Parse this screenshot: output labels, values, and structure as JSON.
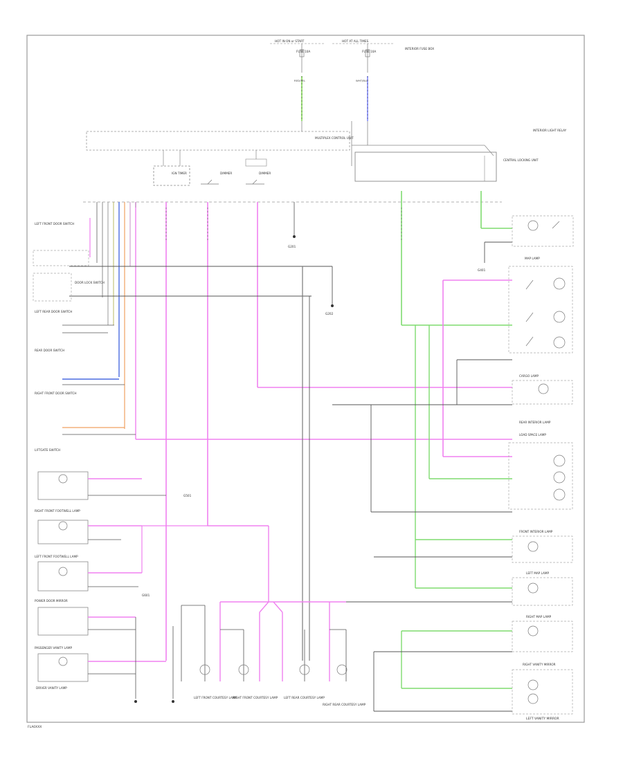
{
  "diagram": {
    "footer_left": "FLA0XXX",
    "top": {
      "fuse_left": "HOT IN ON or START",
      "fuse_right": "HOT AT ALL TIMES",
      "fuse_a": "FUSE 10A",
      "fuse_b": "FUSE 10A",
      "fuse_box_label": "INTERIOR FUSE BOX",
      "wire_top_left": "RED/YEL",
      "wire_top_right": "WHT/BLU",
      "module_label": "MULTIPLEX CONTROL UNIT",
      "central_label": "CENTRAL LOCKING UNIT",
      "interior_relay": "INTERIOR LIGHT RELAY",
      "timer": "IGN TIMER",
      "sw1": "DIMMER",
      "sw2": "DIMMER"
    },
    "left_components": [
      {
        "name": "LEFT FRONT DOOR SWITCH"
      },
      {
        "name": "DOOR LOCK SWITCH"
      },
      {
        "name": "LEFT REAR DOOR SWITCH"
      },
      {
        "name": "REAR DOOR SWITCH"
      },
      {
        "name": "RIGHT FRONT DOOR SWITCH"
      },
      {
        "name": "LIFTGATE SWITCH"
      },
      {
        "name": "RIGHT FRONT FOOTWELL LAMP"
      },
      {
        "name": "LEFT FRONT FOOTWELL LAMP"
      },
      {
        "name": "POWER DOOR MIRROR"
      },
      {
        "name": "PASSENGER VANITY LAMP"
      },
      {
        "name": "DRIVER VANITY LAMP"
      }
    ],
    "right_components": [
      {
        "name": "MAP LAMP"
      },
      {
        "name": "CARGO LAMP"
      },
      {
        "name": "REAR INTERIOR LAMP"
      },
      {
        "name": "LOAD SPACE LAMP"
      },
      {
        "name": "FRONT INTERIOR LAMP"
      },
      {
        "name": "LEFT MAP LAMP"
      },
      {
        "name": "RIGHT MAP LAMP"
      },
      {
        "name": "RIGHT VANITY MIRROR"
      }
    ],
    "bottom_lamps": [
      {
        "name": "LEFT FRONT COURTESY LAMP"
      },
      {
        "name": "RIGHT FRONT COURTESY LAMP"
      },
      {
        "name": "LEFT REAR COURTESY LAMP"
      },
      {
        "name": "RIGHT REAR COURTESY LAMP"
      }
    ],
    "grounds": [
      "G201",
      "G202",
      "G401",
      "G501",
      "G601"
    ],
    "footer_right": "LEFT VANITY MIRROR",
    "wire_colors": {
      "pink": "#f070f0",
      "green": "#88e088",
      "blue": "#4060e0",
      "orange": "#f0a060",
      "black": "#404040",
      "gray": "#a0a0a0"
    }
  }
}
